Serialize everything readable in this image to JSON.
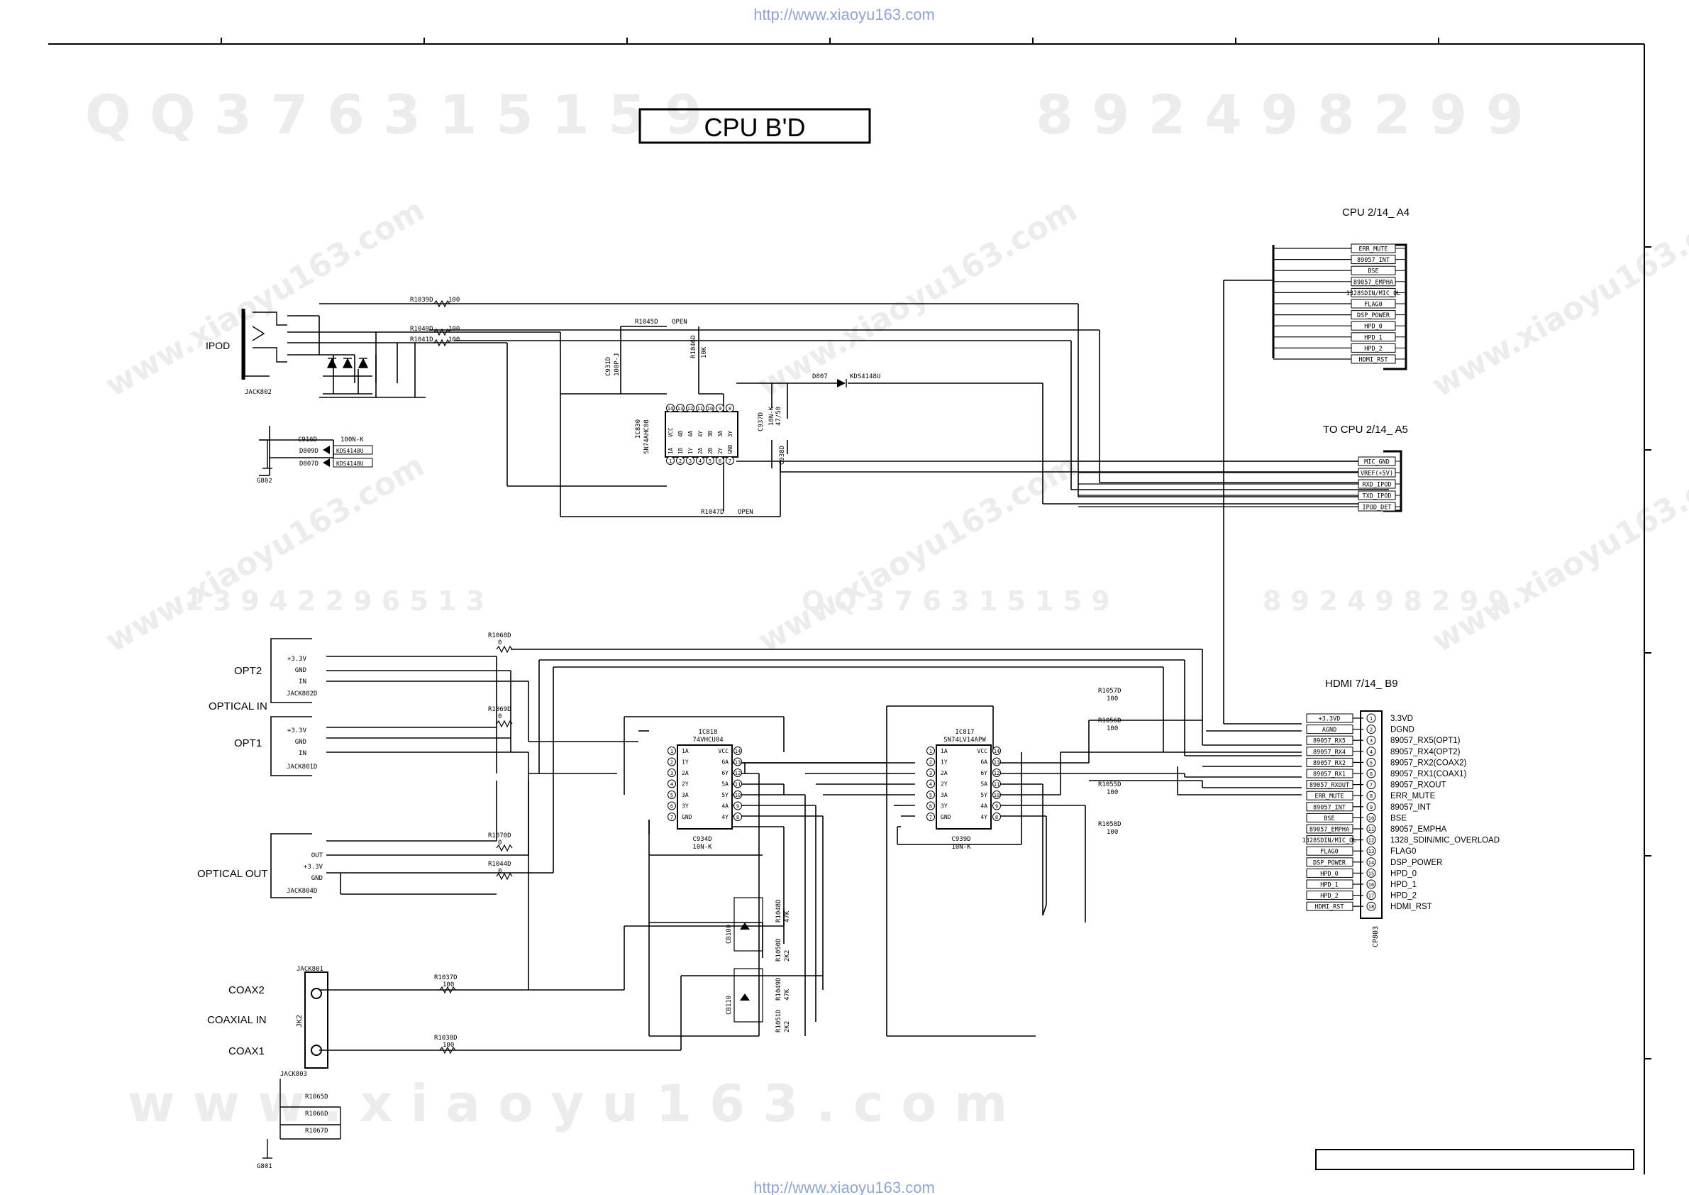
{
  "header_url": "http://www.xiaoyu163.com",
  "footer_url": "http://www.xiaoyu163.com",
  "watermark": {
    "top_left": "Q Q 3 7 6 3 1 5 1 5 9",
    "top_right": "8 9 2 4 9 8 2 9 9",
    "middle": "1 3 9 4 2 2 9 6 5 1 3",
    "middle2": "Q Q 3 7 6 3 1 5 1 5 9",
    "middle3": "8 9 2 4 9 8 2 9 9",
    "bottom": "w w w . x i a o y u 1 6 3 . c o m",
    "stamp": "www.xiaoyu163.com"
  },
  "title": "CPU B'D",
  "connectors": {
    "cpu_a4_title": "CPU 2/14_ A4",
    "cpu_a4_pins": [
      "ERR_MUTE",
      "89057_INT",
      "BSE",
      "89057_EMPHA",
      "1328SDIN/MIC_OL",
      "FLAG0",
      "DSP_POWER",
      "HPD_0",
      "HPD_1",
      "HPD_2",
      "HDMI_RST"
    ],
    "cpu_a5_title": "TO CPU 2/14_ A5",
    "cpu_a5_pins": [
      "MIC_GND",
      "VREF(+5V)",
      "RXD_IPOD",
      "TXD_IPOD",
      "IPOD_DET"
    ],
    "hdmi_title": "HDMI 7/14_ B9",
    "hdmi_ref": "CP803",
    "hdmi_tags": [
      "+3.3VD",
      "AGND",
      "89057_RX5",
      "89057_RX4",
      "89057_RX2",
      "89057_RX1",
      "89057_RXOUT",
      "ERR_MUTE",
      "89057_INT",
      "BSE",
      "89057_EMPHA",
      "1328SDIN/MIC_OL",
      "FLAG0",
      "DSP_POWER",
      "HPD_0",
      "HPD_1",
      "HPD_2",
      "HDMI_RST"
    ],
    "hdmi_labels": [
      "3.3VD",
      "DGND",
      "89057_RX5(OPT1)",
      "89057_RX4(OPT2)",
      "89057_RX2(COAX2)",
      "89057_RX1(COAX1)",
      "89057_RXOUT",
      "ERR_MUTE",
      "89057_INT",
      "BSE",
      "89057_EMPHA",
      "1328_SDIN/MIC_OVERLOAD",
      "FLAG0",
      "DSP_POWER",
      "HPD_0",
      "HPD_1",
      "HPD_2",
      "HDMI_RST"
    ]
  },
  "inputs": {
    "ipod": "IPOD",
    "jack802": "JACK802",
    "g802": "G802",
    "opt2": "OPT2",
    "optical_in": "OPTICAL IN",
    "opt1": "OPT1",
    "jack802d": "JACK802D",
    "jack801d": "JACK801D",
    "optical_out": "OPTICAL OUT",
    "jack804d": "JACK804D",
    "coax2": "COAX2",
    "coaxial_in": "COAXIAL IN",
    "coax1": "COAX1",
    "jack801": "JACK801",
    "jk2": "JK2",
    "jack803": "JACK803",
    "g801": "G801",
    "pin_3v3": "+3.3V",
    "pin_gnd": "GND",
    "pin_in": "IN",
    "pin_out": "OUT"
  },
  "components": {
    "r1039": "R1039D",
    "r1039v": "100",
    "r1040": "R1040D",
    "r1040v": "100",
    "r1041": "R1041D",
    "r1041v": "100",
    "r1045": "R1045D",
    "r1045v": "OPEN",
    "r1046": "R1046D",
    "r1046v": "10K",
    "r1047": "R1047D",
    "r1047v": "OPEN",
    "c931": "C931D",
    "c931v": "100P-J",
    "c916": "C916D",
    "c916v": "100N-K",
    "d809": "D809D",
    "d807": "D807D",
    "d807u": "D807",
    "d807uv": "KDS4148U",
    "kds": "KDS4148U",
    "ic830": "IC830",
    "ic830v": "SN74AHC08",
    "c937": "C937D",
    "c937v": "10N-K",
    "c938": "C938D",
    "c938v": "47/50",
    "r1068": "R1068D",
    "r1068v": "0",
    "r1069": "R1069D",
    "r1069v": "0",
    "r1070": "R1070D",
    "r1070v": "0",
    "r1044": "R1044D",
    "r1044v": "0",
    "r1057": "R1057D",
    "r1057v": "100",
    "r1056": "R1056D",
    "r1056v": "100",
    "r1055": "R1055D",
    "r1055v": "100",
    "r1058": "R1058D",
    "r1058v": "100",
    "r1037": "R1037D",
    "r1037v": "100",
    "r1038": "R1038D",
    "r1038v": "100",
    "r1065": "R1065D",
    "r1066": "R1066D",
    "r1067": "R1067D",
    "ic818": "IC818",
    "ic818v": "74VHCU04",
    "ic817": "IC817",
    "ic817v": "SN74LV14APW",
    "c934": "C934D",
    "c934v": "10N-K",
    "c939": "C939D",
    "c939v": "10N-K",
    "cb100": "CB100",
    "cb110": "CB110",
    "r1048": "R1048D",
    "r1048v": "47K",
    "r1049": "R1049D",
    "r1049v": "47K",
    "r1050": "R1050D",
    "r1050v": "2K2",
    "r1051": "R1051D",
    "r1051v": "2K2",
    "hc_left": [
      "1A",
      "1B",
      "1Y",
      "2A",
      "2B",
      "2Y",
      "GND"
    ],
    "hc_right": [
      "VCC",
      "4B",
      "4A",
      "4Y",
      "3B",
      "3A",
      "3Y"
    ],
    "inv_left": [
      "1A",
      "1Y",
      "2A",
      "2Y",
      "3A",
      "3Y",
      "GND"
    ],
    "inv_right": [
      "VCC",
      "6A",
      "6Y",
      "5A",
      "5Y",
      "4A",
      "4Y"
    ]
  }
}
